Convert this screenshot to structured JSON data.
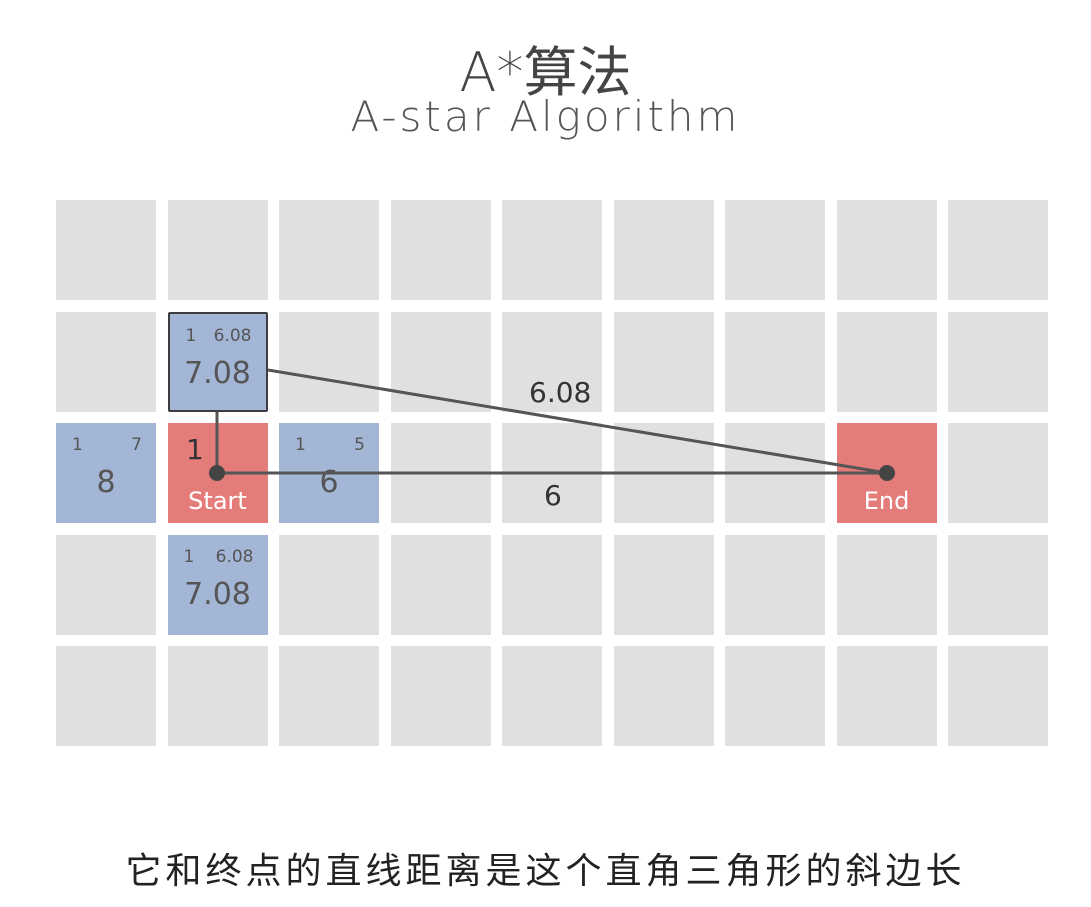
{
  "title": "A*算法",
  "subtitle": "A-star Algorithm",
  "grid": {
    "columns": 9,
    "rows": 5
  },
  "colors": {
    "empty": "#e0e0e0",
    "open": "#a3b6d6",
    "endpoint": "#e47c7a",
    "line": "#555555"
  },
  "cells": [
    {
      "row": 1,
      "col": 1,
      "type": "open",
      "selected": true,
      "g": "1",
      "h": "6.08",
      "f": "7.08"
    },
    {
      "row": 2,
      "col": 0,
      "type": "open",
      "g": "1",
      "h": "7",
      "f": "8"
    },
    {
      "row": 2,
      "col": 1,
      "type": "endpoint",
      "label": "Start"
    },
    {
      "row": 2,
      "col": 2,
      "type": "open",
      "g": "1",
      "h": "5",
      "f": "6"
    },
    {
      "row": 2,
      "col": 7,
      "type": "endpoint",
      "label": "End"
    },
    {
      "row": 3,
      "col": 1,
      "type": "open",
      "g": "1",
      "h": "6.08",
      "f": "7.08"
    }
  ],
  "triangle": {
    "vertical_label": "1",
    "hypotenuse_label": "6.08",
    "base_label": "6"
  },
  "caption": "它和终点的直线距离是这个直角三角形的斜边长"
}
